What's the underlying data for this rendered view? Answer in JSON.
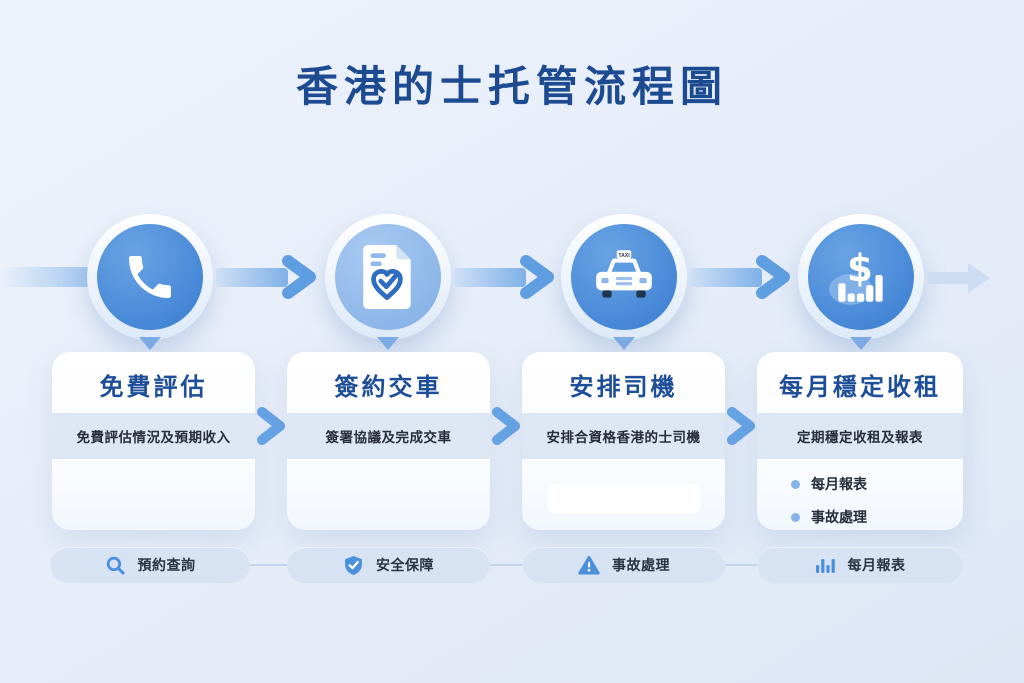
{
  "title": "香港的士托管流程圖",
  "steps": [
    {
      "icon": "phone-icon",
      "title": "免費評估",
      "subtitle": "免費評估情況及預期收入"
    },
    {
      "icon": "contract-check-icon",
      "title": "簽約交車",
      "subtitle": "簽署協議及完成交車"
    },
    {
      "icon": "taxi-icon",
      "title": "安排司機",
      "subtitle": "安排合資格香港的士司機"
    },
    {
      "icon": "income-chart-icon",
      "title": "每月穩定收租",
      "subtitle": "定期穩定收租及報表",
      "bullets": [
        "每月報表",
        "事故處理"
      ]
    }
  ],
  "taxi_icon": {
    "sign_label": "TAXI"
  },
  "income_icon": {
    "currency_symbol": "$"
  },
  "badges": [
    {
      "icon": "search-icon",
      "label": "預約查詢"
    },
    {
      "icon": "shield-check-icon",
      "label": "安全保障"
    },
    {
      "icon": "warning-icon",
      "label": "事故處理"
    },
    {
      "icon": "bar-chart-icon",
      "label": "每月報表"
    }
  ],
  "colors": {
    "primary_blue": "#4a90dd",
    "title_navy": "#1d4b92",
    "card_band": "#dde6f3",
    "page_bg": "#e7eef9",
    "pill_bg": "#d7e2f3",
    "arrow_blue": "#7fb0e8"
  }
}
